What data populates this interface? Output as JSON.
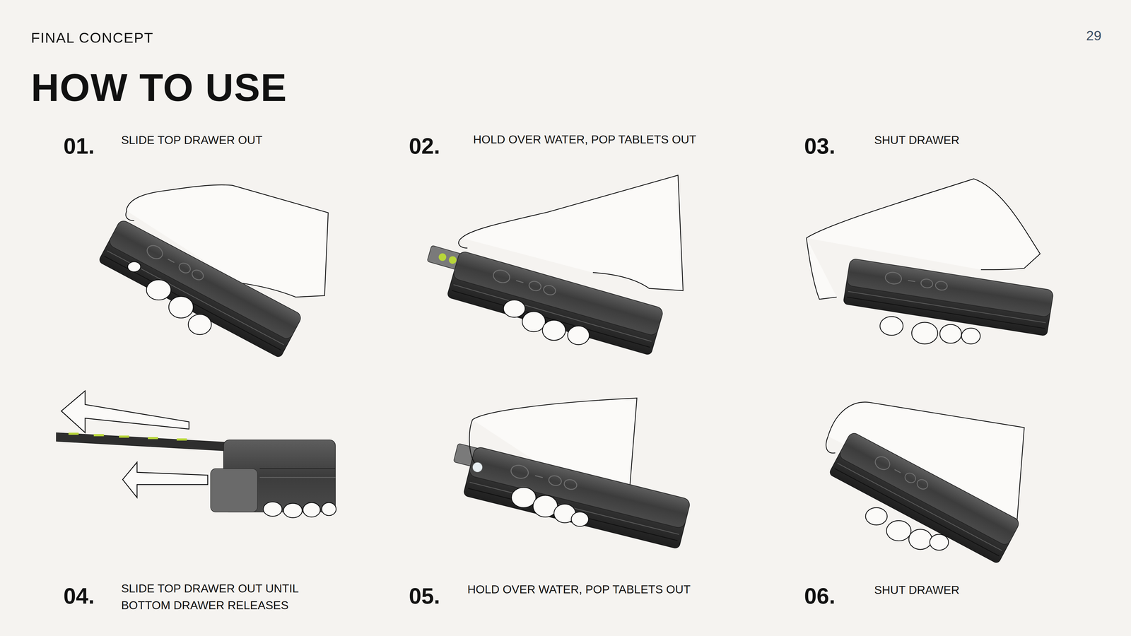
{
  "diagram": {
    "title": "HOW TO USE",
    "labels": [
      "FINAL CONCEPT",
      "29",
      "01.",
      "SLIDE TOP DRAWER OUT",
      "02.",
      "HOLD OVER WATER, POP TABLETS OUT",
      "03.",
      "SHUT DRAWER",
      "04.",
      "SLIDE TOP DRAWER OUT UNTIL BOTTOM DRAWER RELEASES",
      "05.",
      "HOLD OVER WATER, POP TABLETS OUT",
      "06.",
      "SHUT DRAWER"
    ]
  }
}
